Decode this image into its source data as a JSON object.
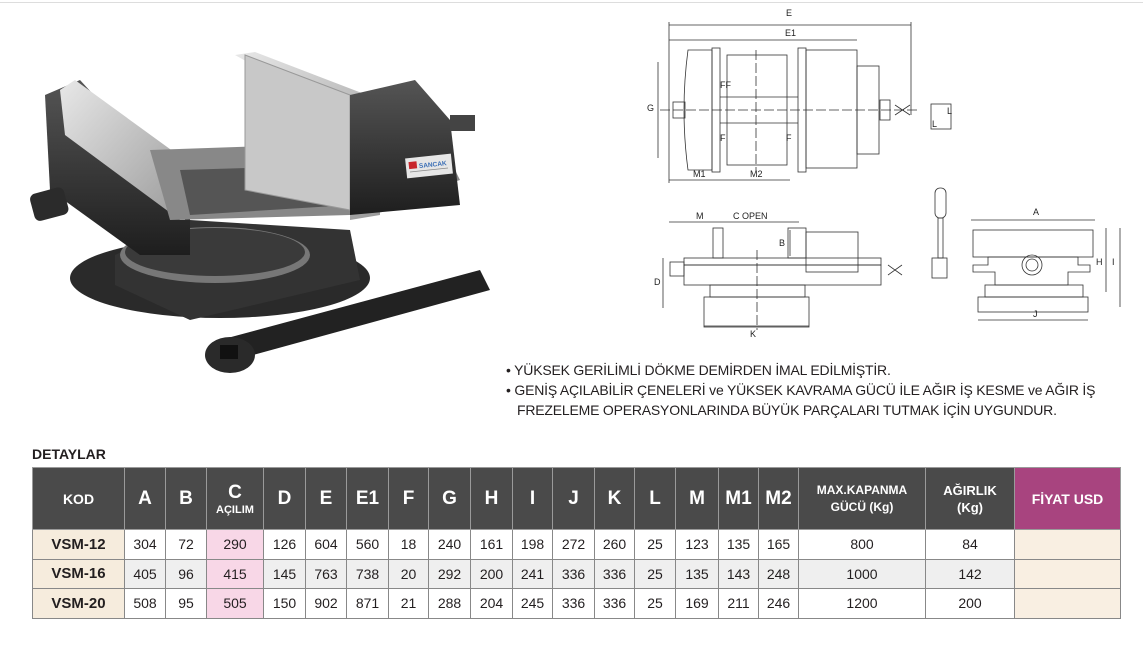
{
  "features": [
    "YÜKSEK GERİLİMLİ DÖKME DEMİRDEN İMAL EDİLMİŞTİR.",
    "GENİŞ AÇILABİLİR ÇENELERİ ve YÜKSEK KAVRAMA GÜCÜ İLE AĞIR İŞ KESME ve AĞIR İŞ FREZELEME OPERASYONLARINDA BÜYÜK PARÇALARI TUTMAK İÇİN UYGUNDUR."
  ],
  "bullet": "•",
  "section_title": "DETAYLAR",
  "drawing_labels": {
    "E": "E",
    "E1": "E1",
    "G": "G",
    "FF": "FF",
    "F": "F",
    "M1": "M1",
    "M2": "M2",
    "L": "L",
    "M": "M",
    "C": "C OPEN",
    "B": "B",
    "D": "D",
    "K": "K",
    "A": "A",
    "H": "H",
    "I": "I",
    "J": "J"
  },
  "brand_plate": "SANCAK",
  "table": {
    "headers": {
      "kod": "KOD",
      "A": "A",
      "B": "B",
      "C": "C",
      "C_sub": "AÇILIM",
      "D": "D",
      "E": "E",
      "E1": "E1",
      "F": "F",
      "G": "G",
      "H": "H",
      "I": "I",
      "J": "J",
      "K": "K",
      "L": "L",
      "M": "M",
      "M1": "M1",
      "M2": "M2",
      "max1": "MAX.KAPANMA",
      "max2": "GÜCÜ (Kg)",
      "w1": "AĞIRLIK",
      "w2": "(Kg)",
      "price": "FİYAT USD"
    },
    "rows": [
      {
        "kod": "VSM-12",
        "A": "304",
        "B": "72",
        "C": "290",
        "D": "126",
        "E": "604",
        "E1": "560",
        "F": "18",
        "G": "240",
        "H": "161",
        "I": "198",
        "J": "272",
        "K": "260",
        "L": "25",
        "M": "123",
        "M1": "135",
        "M2": "165",
        "max": "800",
        "weight": "84",
        "price": ""
      },
      {
        "kod": "VSM-16",
        "A": "405",
        "B": "96",
        "C": "415",
        "D": "145",
        "E": "763",
        "E1": "738",
        "F": "20",
        "G": "292",
        "H": "200",
        "I": "241",
        "J": "336",
        "K": "336",
        "L": "25",
        "M": "135",
        "M1": "143",
        "M2": "248",
        "max": "1000",
        "weight": "142",
        "price": ""
      },
      {
        "kod": "VSM-20",
        "A": "508",
        "B": "95",
        "C": "505",
        "D": "150",
        "E": "902",
        "E1": "871",
        "F": "21",
        "G": "288",
        "H": "204",
        "I": "245",
        "J": "336",
        "K": "336",
        "L": "25",
        "M": "169",
        "M1": "211",
        "M2": "246",
        "max": "1200",
        "weight": "200",
        "price": ""
      }
    ]
  },
  "colors": {
    "header": "#4a4a4a",
    "price_header": "#a8447f",
    "c_column": "#f8d7e7",
    "kod_column": "#f6ecdd"
  }
}
